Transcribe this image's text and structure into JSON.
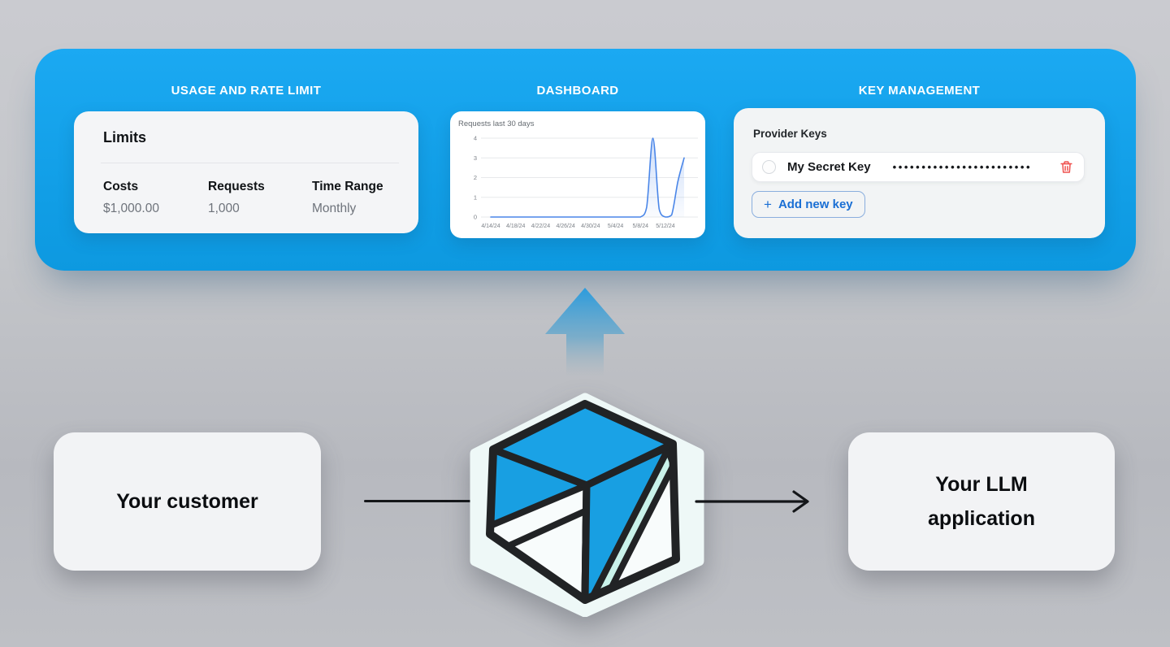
{
  "colors": {
    "panel_blue": "#14a3ec",
    "chart_line": "#4a86e8",
    "add_key_blue": "#1a6fd4",
    "trash_red": "#ef5350",
    "cube_blue": "#189fe2",
    "cube_mint": "#c9f2ea"
  },
  "panel": {
    "sections": [
      {
        "label": "USAGE AND RATE LIMIT"
      },
      {
        "label": "DASHBOARD"
      },
      {
        "label": "KEY MANAGEMENT"
      }
    ]
  },
  "limits_card": {
    "title": "Limits",
    "columns": [
      {
        "label": "Costs",
        "value": "$1,000.00"
      },
      {
        "label": "Requests",
        "value": "1,000"
      },
      {
        "label": "Time Range",
        "value": "Monthly"
      }
    ]
  },
  "chart_data": {
    "type": "area",
    "title": "Requests last 30 days",
    "xlabel": "",
    "ylabel": "",
    "ylim": [
      0,
      4
    ],
    "grid": true,
    "legend": false,
    "y_ticks": [
      4,
      3,
      2,
      1,
      0
    ],
    "x_ticks": [
      "4/14/24",
      "4/18/24",
      "4/22/24",
      "4/26/24",
      "4/30/24",
      "5/4/24",
      "5/8/24",
      "5/12/24"
    ],
    "points": [
      [
        "4/14/24",
        0
      ],
      [
        "4/15/24",
        0
      ],
      [
        "4/16/24",
        0
      ],
      [
        "4/17/24",
        0
      ],
      [
        "4/18/24",
        0
      ],
      [
        "4/19/24",
        0
      ],
      [
        "4/20/24",
        0
      ],
      [
        "4/21/24",
        0
      ],
      [
        "4/22/24",
        0
      ],
      [
        "4/23/24",
        0
      ],
      [
        "4/24/24",
        0
      ],
      [
        "4/25/24",
        0
      ],
      [
        "4/26/24",
        0
      ],
      [
        "4/27/24",
        0
      ],
      [
        "4/28/24",
        0
      ],
      [
        "4/29/24",
        0
      ],
      [
        "4/30/24",
        0
      ],
      [
        "5/1/24",
        0
      ],
      [
        "5/2/24",
        0
      ],
      [
        "5/3/24",
        0
      ],
      [
        "5/4/24",
        0
      ],
      [
        "5/5/24",
        0
      ],
      [
        "5/6/24",
        0
      ],
      [
        "5/7/24",
        0
      ],
      [
        "5/8/24",
        0
      ],
      [
        "5/9/24",
        0.5
      ],
      [
        "5/10/24",
        4
      ],
      [
        "5/11/24",
        0.4
      ],
      [
        "5/12/24",
        0
      ],
      [
        "5/13/24",
        0.1
      ],
      [
        "5/14/24",
        1.8
      ],
      [
        "5/15/24",
        3
      ]
    ]
  },
  "key_management": {
    "title": "Provider Keys",
    "key_name": "My Secret Key",
    "key_masked": "••••••••••••••••••••••••",
    "add_button": {
      "icon": "+",
      "label": "Add new key"
    }
  },
  "flow": {
    "customer": "Your customer",
    "llm": "Your LLM application"
  }
}
